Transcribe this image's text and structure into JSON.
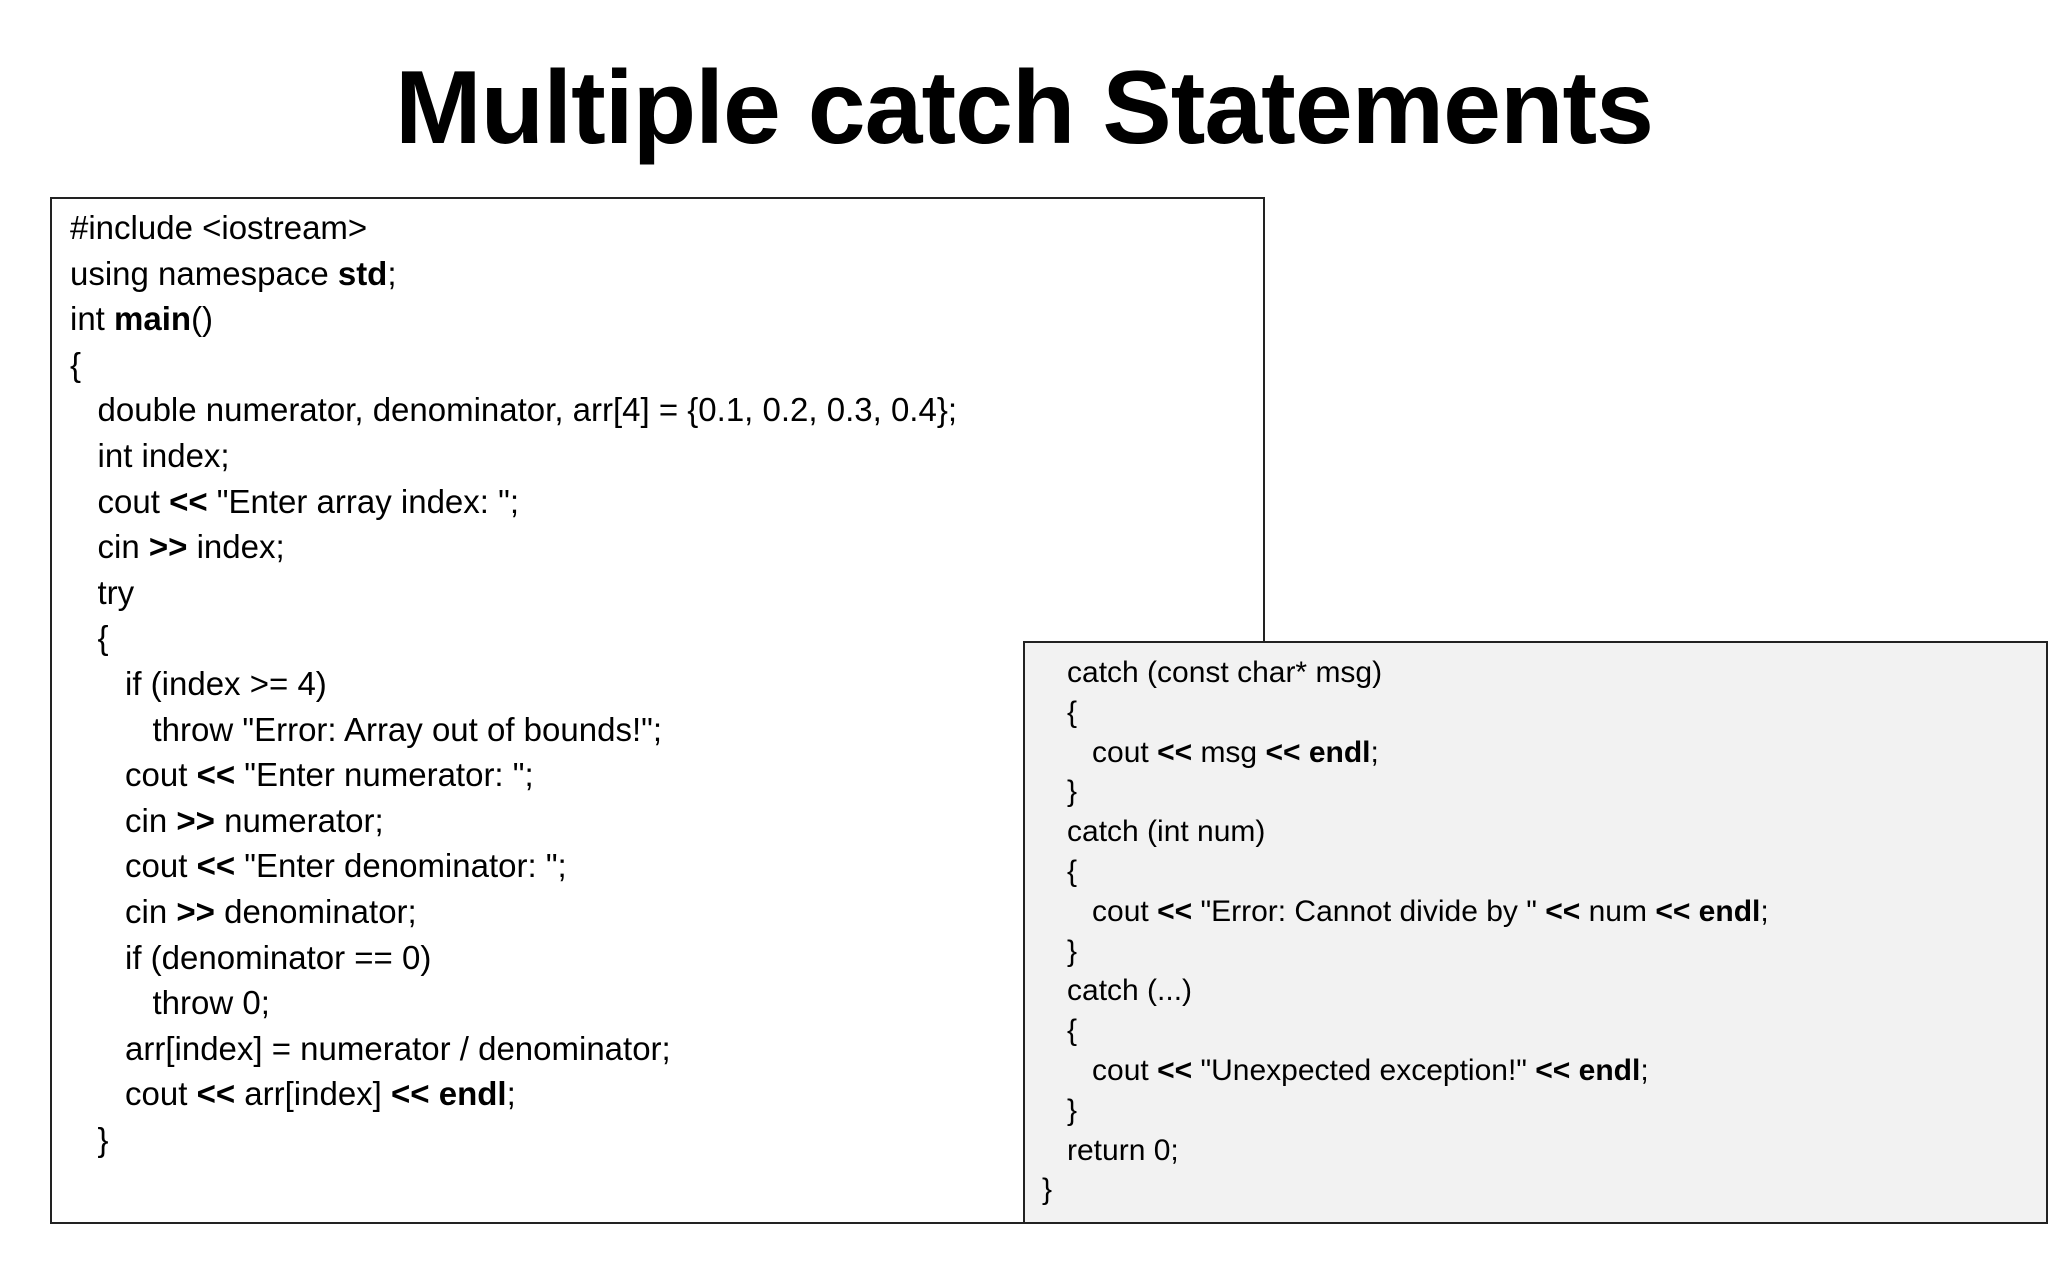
{
  "slide": {
    "title": "Multiple catch Statements"
  },
  "main_code": {
    "lines": [
      [
        {
          "t": "#include <iostream>",
          "b": false
        }
      ],
      [
        {
          "t": "using namespace ",
          "b": false
        },
        {
          "t": "std",
          "b": true
        },
        {
          "t": ";",
          "b": false
        }
      ],
      [
        {
          "t": "int ",
          "b": false
        },
        {
          "t": "main",
          "b": true
        },
        {
          "t": "()",
          "b": false
        }
      ],
      [
        {
          "t": "{",
          "b": false
        }
      ],
      [
        {
          "t": "   double numerator, denominator, arr[4] = {0.1, 0.2, 0.3, 0.4};",
          "b": false
        }
      ],
      [
        {
          "t": "   int index;",
          "b": false
        }
      ],
      [
        {
          "t": "   cout ",
          "b": false
        },
        {
          "t": "<<",
          "b": true
        },
        {
          "t": " \"Enter array index: \";",
          "b": false
        }
      ],
      [
        {
          "t": "   cin ",
          "b": false
        },
        {
          "t": ">>",
          "b": true
        },
        {
          "t": " index;",
          "b": false
        }
      ],
      [
        {
          "t": "   try",
          "b": false
        }
      ],
      [
        {
          "t": "   {",
          "b": false
        }
      ],
      [
        {
          "t": "      if (index >= 4)",
          "b": false
        }
      ],
      [
        {
          "t": "         throw \"Error: Array out of bounds!\";",
          "b": false
        }
      ],
      [
        {
          "t": "      cout ",
          "b": false
        },
        {
          "t": "<<",
          "b": true
        },
        {
          "t": " \"Enter numerator: \";",
          "b": false
        }
      ],
      [
        {
          "t": "      cin ",
          "b": false
        },
        {
          "t": ">>",
          "b": true
        },
        {
          "t": " numerator;",
          "b": false
        }
      ],
      [
        {
          "t": "      cout ",
          "b": false
        },
        {
          "t": "<<",
          "b": true
        },
        {
          "t": " \"Enter denominator: \";",
          "b": false
        }
      ],
      [
        {
          "t": "      cin ",
          "b": false
        },
        {
          "t": ">>",
          "b": true
        },
        {
          "t": " denominator;",
          "b": false
        }
      ],
      [
        {
          "t": "      if (denominator == 0)",
          "b": false
        }
      ],
      [
        {
          "t": "         throw 0;",
          "b": false
        }
      ],
      [
        {
          "t": "      arr[index] = numerator / denominator;",
          "b": false
        }
      ],
      [
        {
          "t": "      cout ",
          "b": false
        },
        {
          "t": "<<",
          "b": true
        },
        {
          "t": " arr[index] ",
          "b": false
        },
        {
          "t": "<< endl",
          "b": true
        },
        {
          "t": ";",
          "b": false
        }
      ],
      [
        {
          "t": "   }",
          "b": false
        }
      ]
    ]
  },
  "catch_code": {
    "lines": [
      [
        {
          "t": "   catch (const char* msg)",
          "b": false
        }
      ],
      [
        {
          "t": "   {",
          "b": false
        }
      ],
      [
        {
          "t": "      cout ",
          "b": false
        },
        {
          "t": "<<",
          "b": true
        },
        {
          "t": " msg ",
          "b": false
        },
        {
          "t": "<< endl",
          "b": true
        },
        {
          "t": ";",
          "b": false
        }
      ],
      [
        {
          "t": "   }",
          "b": false
        }
      ],
      [
        {
          "t": "   catch (int num)",
          "b": false
        }
      ],
      [
        {
          "t": "   {",
          "b": false
        }
      ],
      [
        {
          "t": "      cout ",
          "b": false
        },
        {
          "t": "<<",
          "b": true
        },
        {
          "t": " \"Error: Cannot divide by \" ",
          "b": false
        },
        {
          "t": "<<",
          "b": true
        },
        {
          "t": " num ",
          "b": false
        },
        {
          "t": "<< endl",
          "b": true
        },
        {
          "t": ";",
          "b": false
        }
      ],
      [
        {
          "t": "   }",
          "b": false
        }
      ],
      [
        {
          "t": "   catch (...)",
          "b": false
        }
      ],
      [
        {
          "t": "   {",
          "b": false
        }
      ],
      [
        {
          "t": "      cout ",
          "b": false
        },
        {
          "t": "<<",
          "b": true
        },
        {
          "t": " \"Unexpected exception!\" ",
          "b": false
        },
        {
          "t": "<< endl",
          "b": true
        },
        {
          "t": ";",
          "b": false
        }
      ],
      [
        {
          "t": "   }",
          "b": false
        }
      ],
      [
        {
          "t": "   return 0;",
          "b": false
        }
      ],
      [
        {
          "t": "}",
          "b": false
        }
      ]
    ]
  }
}
